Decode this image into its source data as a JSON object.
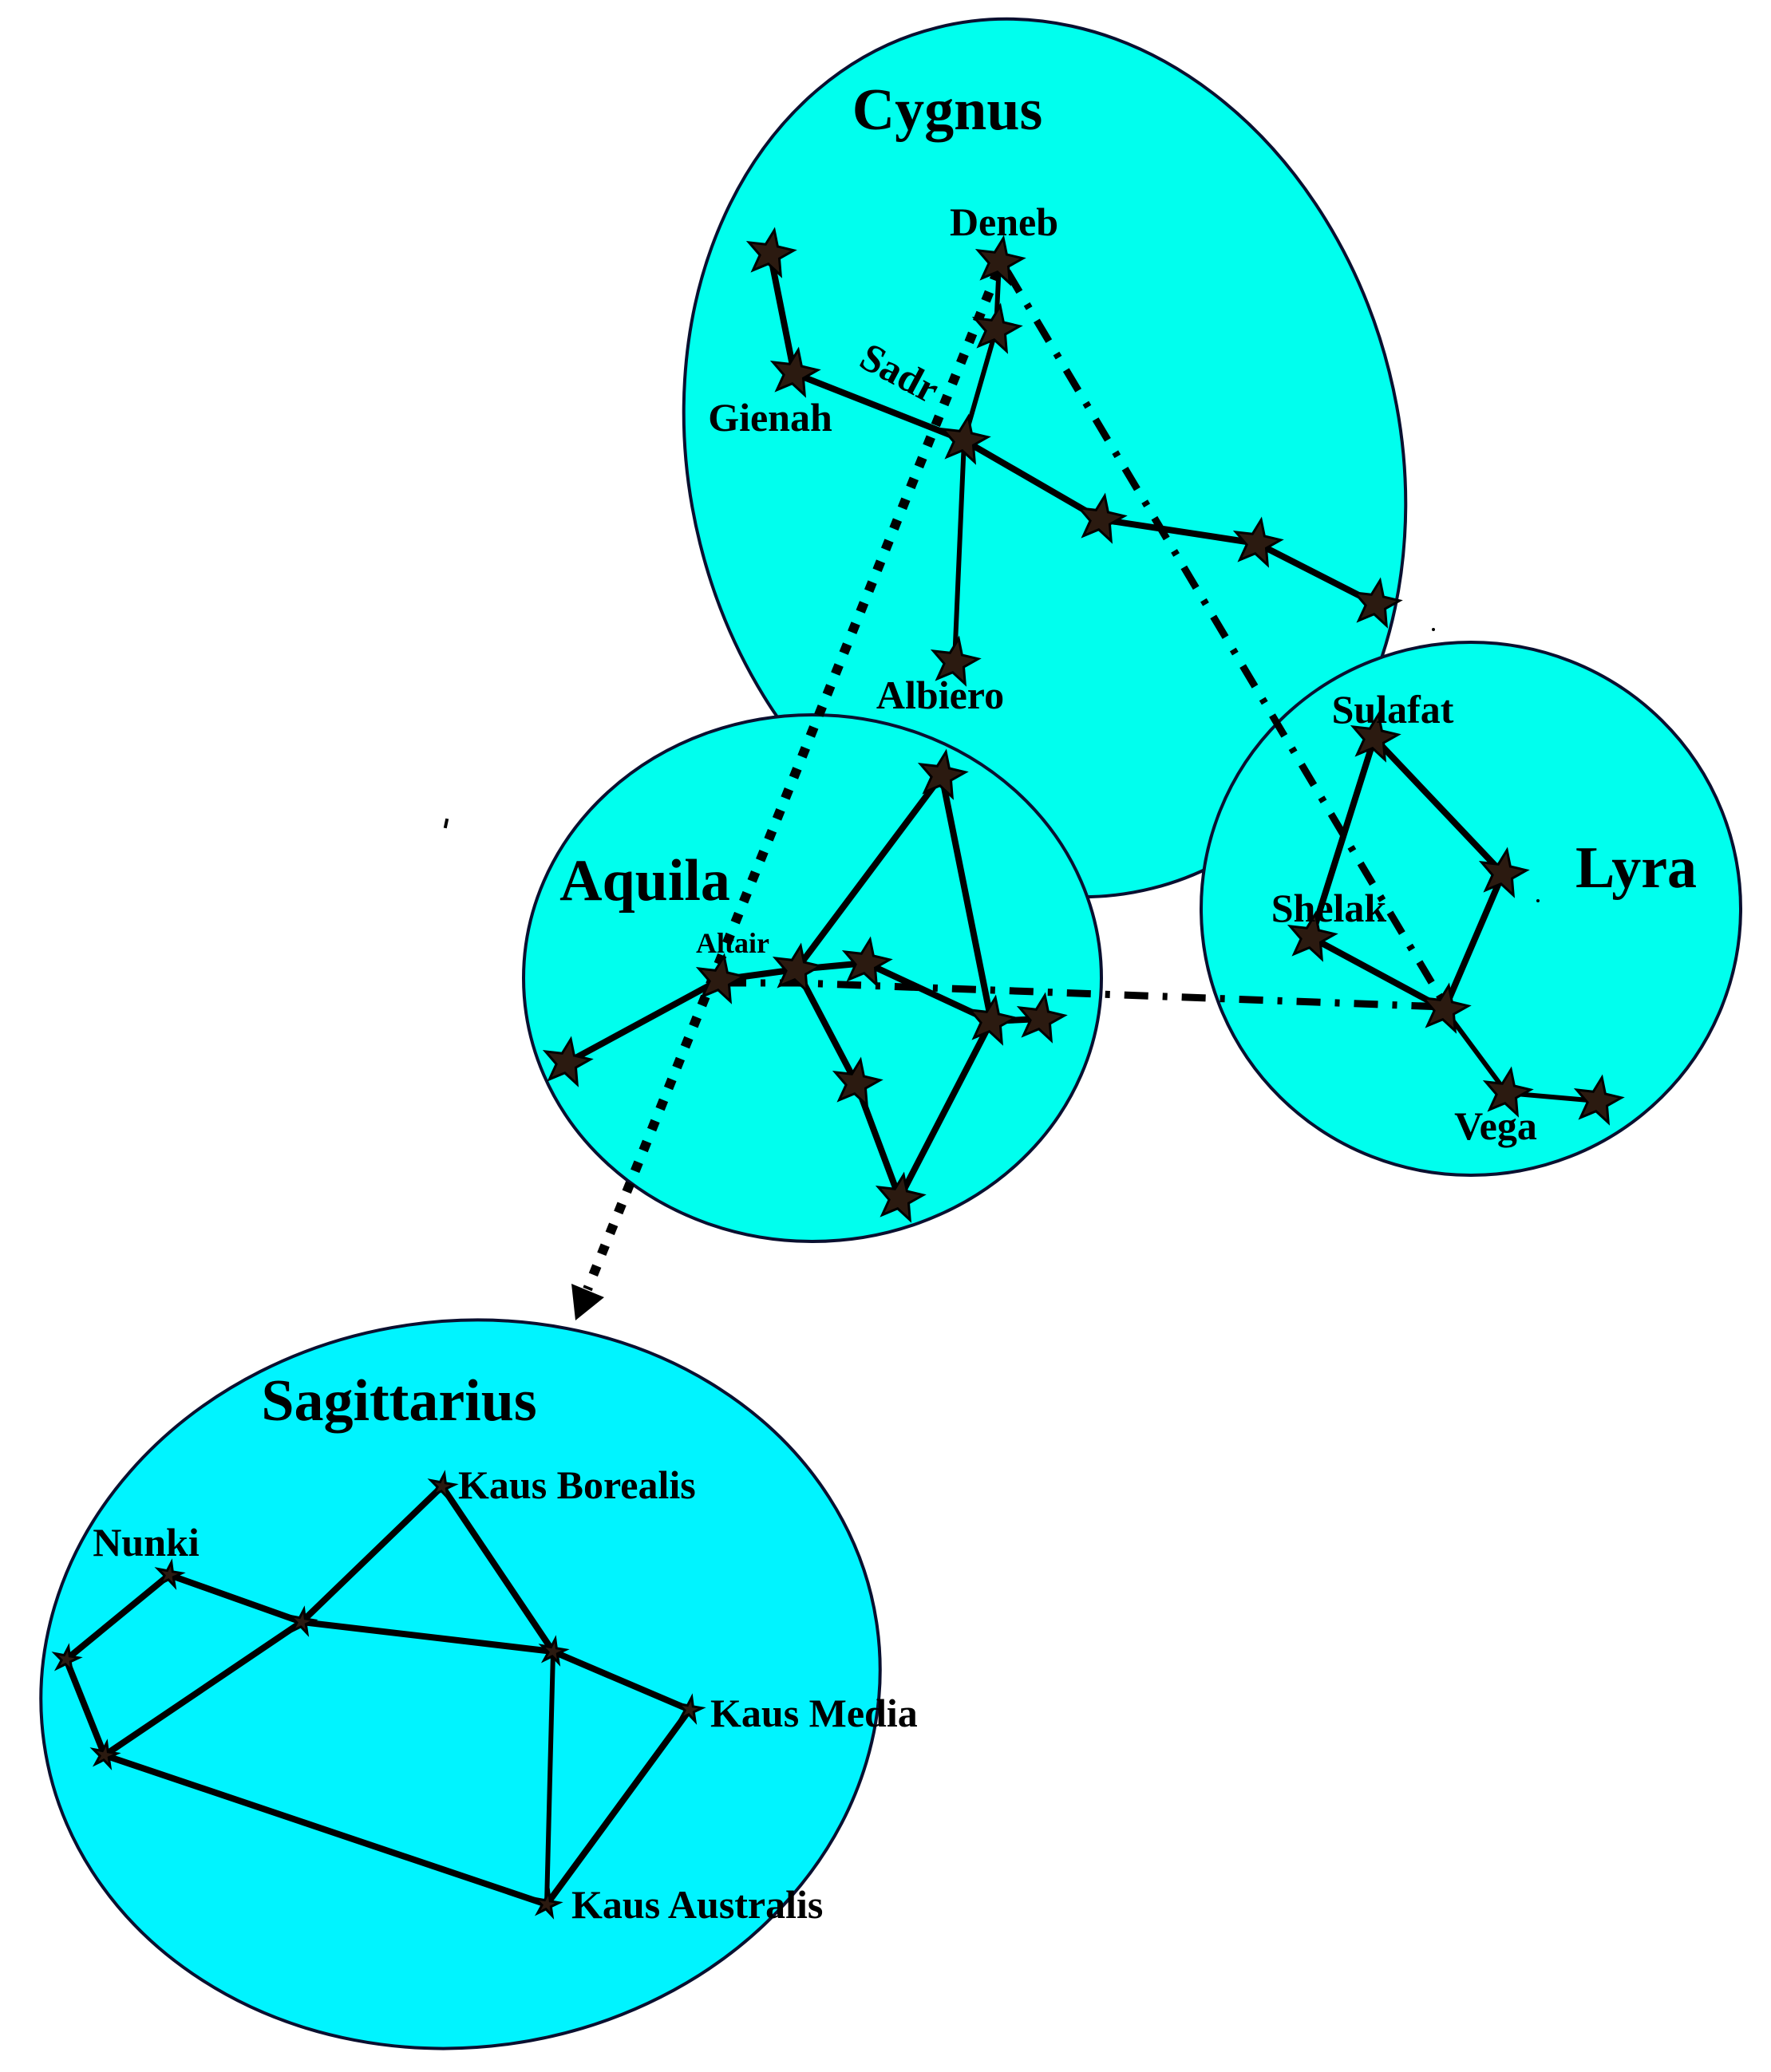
{
  "diagram": {
    "description": "Summer Triangle constellations with pointer toward Sagittarius",
    "colors": {
      "region_fill": "#00FFEE",
      "sagittarius_fill": "#00F4FF",
      "line": "#000000",
      "star_fill": "#2B1A10"
    },
    "constellations": {
      "cygnus": {
        "title": "Cygnus",
        "labels": {
          "deneb": "Deneb",
          "sadr": "Sadr",
          "gienah": "Gienah",
          "albiero": "Albiero"
        }
      },
      "aquila": {
        "title": "Aquila",
        "labels": {
          "altair": "Altair"
        }
      },
      "lyra": {
        "title": "Lyra",
        "labels": {
          "sulafat": "Sulafat",
          "shelak": "Shelak",
          "vega": "Vega"
        }
      },
      "sagittarius": {
        "title": "Sagittarius",
        "labels": {
          "nunki": "Nunki",
          "kaus_borealis": "Kaus Borealis",
          "kaus_media": "Kaus Media",
          "kaus_australis": "Kaus Australis"
        }
      }
    },
    "connectors": [
      {
        "from": "Deneb",
        "to": "Sagittarius",
        "style": "dotted-arrow"
      },
      {
        "from": "Deneb",
        "to": "Vega-region",
        "style": "dash-dot"
      },
      {
        "from": "Altair",
        "to": "Lyra",
        "style": "dash-dot"
      }
    ]
  }
}
